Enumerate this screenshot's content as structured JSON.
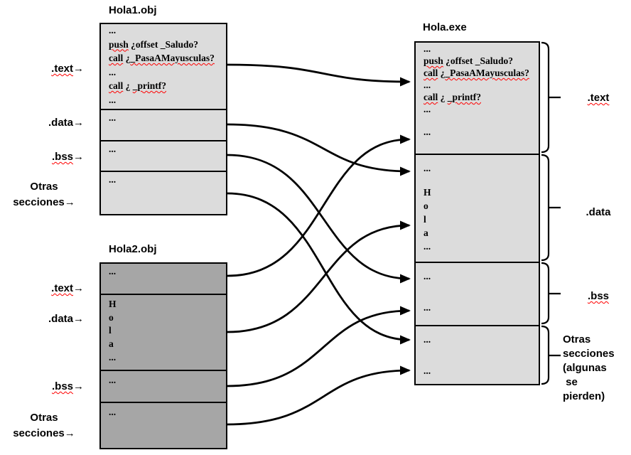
{
  "colors": {
    "light_fill": "#dcdcdc",
    "dark_fill": "#a6a6a6",
    "border": "#000000",
    "arrow": "#000000",
    "squiggle": "#ff0000"
  },
  "boxes": {
    "hola1": {
      "title": "Hola1.obj",
      "sections": [
        {
          "id": "text",
          "lines": [
            {
              "toks": [
                {
                  "t": "..."
                }
              ]
            },
            {
              "toks": [
                {
                  "t": "push",
                  "w": true
                },
                {
                  "t": " ¿offset _Saludo?"
                }
              ]
            },
            {
              "toks": [
                {
                  "t": "call",
                  "w": true
                },
                {
                  "t": " ¿"
                },
                {
                  "t": "_PasaAMayusculas?",
                  "w": true
                }
              ]
            },
            {
              "toks": [
                {
                  "t": "..."
                }
              ]
            },
            {
              "toks": [
                {
                  "t": "call",
                  "w": true
                },
                {
                  "t": " ¿ "
                },
                {
                  "t": "_printf?",
                  "w": true
                }
              ]
            },
            {
              "toks": [
                {
                  "t": "..."
                }
              ]
            }
          ]
        },
        {
          "id": "data",
          "lines": [
            {
              "toks": [
                {
                  "t": "..."
                }
              ]
            }
          ]
        },
        {
          "id": "bss",
          "lines": [
            {
              "toks": [
                {
                  "t": "..."
                }
              ]
            }
          ]
        },
        {
          "id": "otras",
          "lines": [
            {
              "toks": [
                {
                  "t": "..."
                }
              ]
            }
          ]
        }
      ]
    },
    "hola2": {
      "title": "Hola2.obj",
      "sections": [
        {
          "id": "text",
          "lines": [
            {
              "toks": [
                {
                  "t": "..."
                }
              ]
            }
          ]
        },
        {
          "id": "data",
          "lines": [
            {
              "toks": [
                {
                  "t": "H"
                }
              ]
            },
            {
              "toks": [
                {
                  "t": "o"
                }
              ]
            },
            {
              "toks": [
                {
                  "t": "l"
                }
              ]
            },
            {
              "toks": [
                {
                  "t": "a"
                }
              ]
            },
            {
              "toks": [
                {
                  "t": "..."
                }
              ]
            }
          ]
        },
        {
          "id": "bss",
          "lines": [
            {
              "toks": [
                {
                  "t": "..."
                }
              ]
            }
          ]
        },
        {
          "id": "otras",
          "lines": [
            {
              "toks": [
                {
                  "t": "..."
                }
              ]
            }
          ]
        }
      ]
    },
    "exe": {
      "title": "Hola.exe",
      "sections": [
        {
          "id": "text",
          "lines": [
            {
              "toks": [
                {
                  "t": "..."
                }
              ]
            },
            {
              "toks": [
                {
                  "t": "push",
                  "w": true
                },
                {
                  "t": " ¿offset _Saludo?"
                }
              ]
            },
            {
              "toks": [
                {
                  "t": "call",
                  "w": true
                },
                {
                  "t": " ¿"
                },
                {
                  "t": "_PasaAMayusculas?",
                  "w": true
                }
              ]
            },
            {
              "toks": [
                {
                  "t": "..."
                }
              ]
            },
            {
              "toks": [
                {
                  "t": "call",
                  "w": true
                },
                {
                  "t": " ¿ "
                },
                {
                  "t": "_printf?",
                  "w": true
                }
              ]
            },
            {
              "toks": [
                {
                  "t": "..."
                }
              ]
            },
            {
              "toks": [
                {
                  "t": "..."
                }
              ],
              "gap": "sm"
            }
          ]
        },
        {
          "id": "data",
          "lines": [
            {
              "toks": [
                {
                  "t": "..."
                }
              ]
            },
            {
              "toks": [
                {
                  "t": "H"
                }
              ],
              "gap": "sm"
            },
            {
              "toks": [
                {
                  "t": "o"
                }
              ]
            },
            {
              "toks": [
                {
                  "t": "l"
                }
              ]
            },
            {
              "toks": [
                {
                  "t": "a"
                }
              ]
            },
            {
              "toks": [
                {
                  "t": "..."
                }
              ]
            }
          ]
        },
        {
          "id": "bss",
          "lines": [
            {
              "toks": [
                {
                  "t": "..."
                }
              ]
            },
            {
              "toks": [
                {
                  "t": "..."
                }
              ],
              "gap": "lg"
            }
          ]
        },
        {
          "id": "otras",
          "lines": [
            {
              "toks": [
                {
                  "t": "..."
                }
              ]
            },
            {
              "toks": [
                {
                  "t": "..."
                }
              ],
              "gap": "lg"
            }
          ]
        }
      ]
    }
  },
  "labels": {
    "left": [
      {
        "id": "h1-text",
        "toks": [
          {
            "t": ".text",
            "w": true
          },
          {
            "t": "→"
          }
        ]
      },
      {
        "id": "h1-data",
        "toks": [
          {
            "t": ".data→"
          }
        ]
      },
      {
        "id": "h1-bss",
        "toks": [
          {
            "t": ".bss",
            "w": true
          },
          {
            "t": "→"
          }
        ]
      },
      {
        "id": "h1-otras",
        "toks": [
          {
            "t": "Otras\nsecciones→"
          }
        ]
      },
      {
        "id": "h2-text",
        "toks": [
          {
            "t": ".text",
            "w": true
          },
          {
            "t": "→"
          }
        ]
      },
      {
        "id": "h2-data",
        "toks": [
          {
            "t": ".data→"
          }
        ]
      },
      {
        "id": "h2-bss",
        "toks": [
          {
            "t": ".bss",
            "w": true
          },
          {
            "t": "→"
          }
        ]
      },
      {
        "id": "h2-otras",
        "toks": [
          {
            "t": "Otras\nsecciones→"
          }
        ]
      }
    ],
    "right": [
      {
        "id": "r-text",
        "toks": [
          {
            "t": ".text",
            "w": true
          }
        ]
      },
      {
        "id": "r-data",
        "toks": [
          {
            "t": ".data"
          }
        ]
      },
      {
        "id": "r-bss",
        "toks": [
          {
            "t": ".bss",
            "w": true
          }
        ]
      },
      {
        "id": "r-otras",
        "toks": [
          {
            "t": "Otras\nsecciones\n(algunas\n se\npierden)"
          }
        ]
      }
    ]
  },
  "connections": [
    {
      "from": "hola1.text",
      "to": "exe.text.0"
    },
    {
      "from": "hola1.data",
      "to": "exe.data.0"
    },
    {
      "from": "hola1.bss",
      "to": "exe.bss.0"
    },
    {
      "from": "hola1.otras",
      "to": "exe.otras.0"
    },
    {
      "from": "hola2.text",
      "to": "exe.text.1"
    },
    {
      "from": "hola2.data",
      "to": "exe.data.1"
    },
    {
      "from": "hola2.bss",
      "to": "exe.bss.1"
    },
    {
      "from": "hola2.otras",
      "to": "exe.otras.1"
    }
  ]
}
